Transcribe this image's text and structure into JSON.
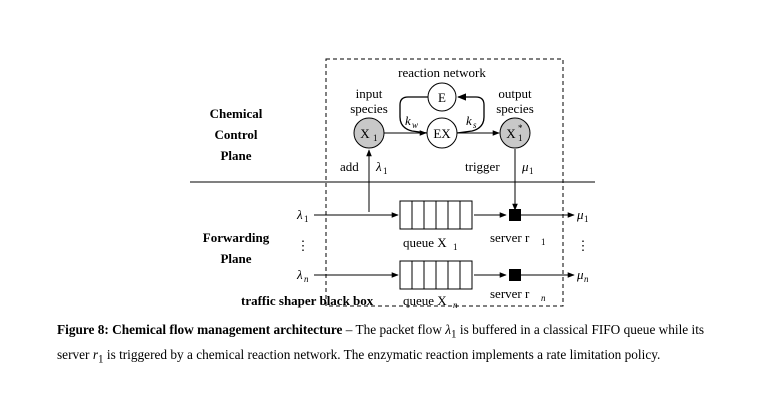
{
  "diagram": {
    "reaction_network": "reaction network",
    "input_species": [
      "input",
      "species"
    ],
    "output_species": [
      "output",
      "species"
    ],
    "node_e": "E",
    "node_ex": "EX",
    "node_x1": "X",
    "node_x1_sub": "1",
    "node_x1s": "X",
    "node_x1s_sub": "1",
    "node_x1s_sup": "*",
    "rate_kw": "k",
    "rate_kw_sub": "w",
    "rate_ks": "k",
    "rate_ks_sub": "s",
    "control_plane": [
      "Chemical",
      "Control",
      "Plane"
    ],
    "forwarding_plane": [
      "Forwarding",
      "Plane"
    ],
    "add_label": "add",
    "trigger_label": "trigger",
    "lambda": "λ",
    "mu": "μ",
    "sub_1": "1",
    "sub_n": "n",
    "vdots": "⋮",
    "queue_label": "queue X",
    "server_label": "server r",
    "black_box": "traffic shaper black box",
    "queue_cells": 6
  },
  "caption": {
    "figure_label": "Figure 8:",
    "title": "Chemical flow management architecture",
    "dash": " – ",
    "text_1": "The packet flow ",
    "lambda": "λ",
    "sub_1": "1",
    "text_2": " is buffered in a classical FIFO queue while its server ",
    "r": "r",
    "text_3": " is triggered by a chemical reaction network. The enzymatic reaction implements a rate limitation policy."
  }
}
